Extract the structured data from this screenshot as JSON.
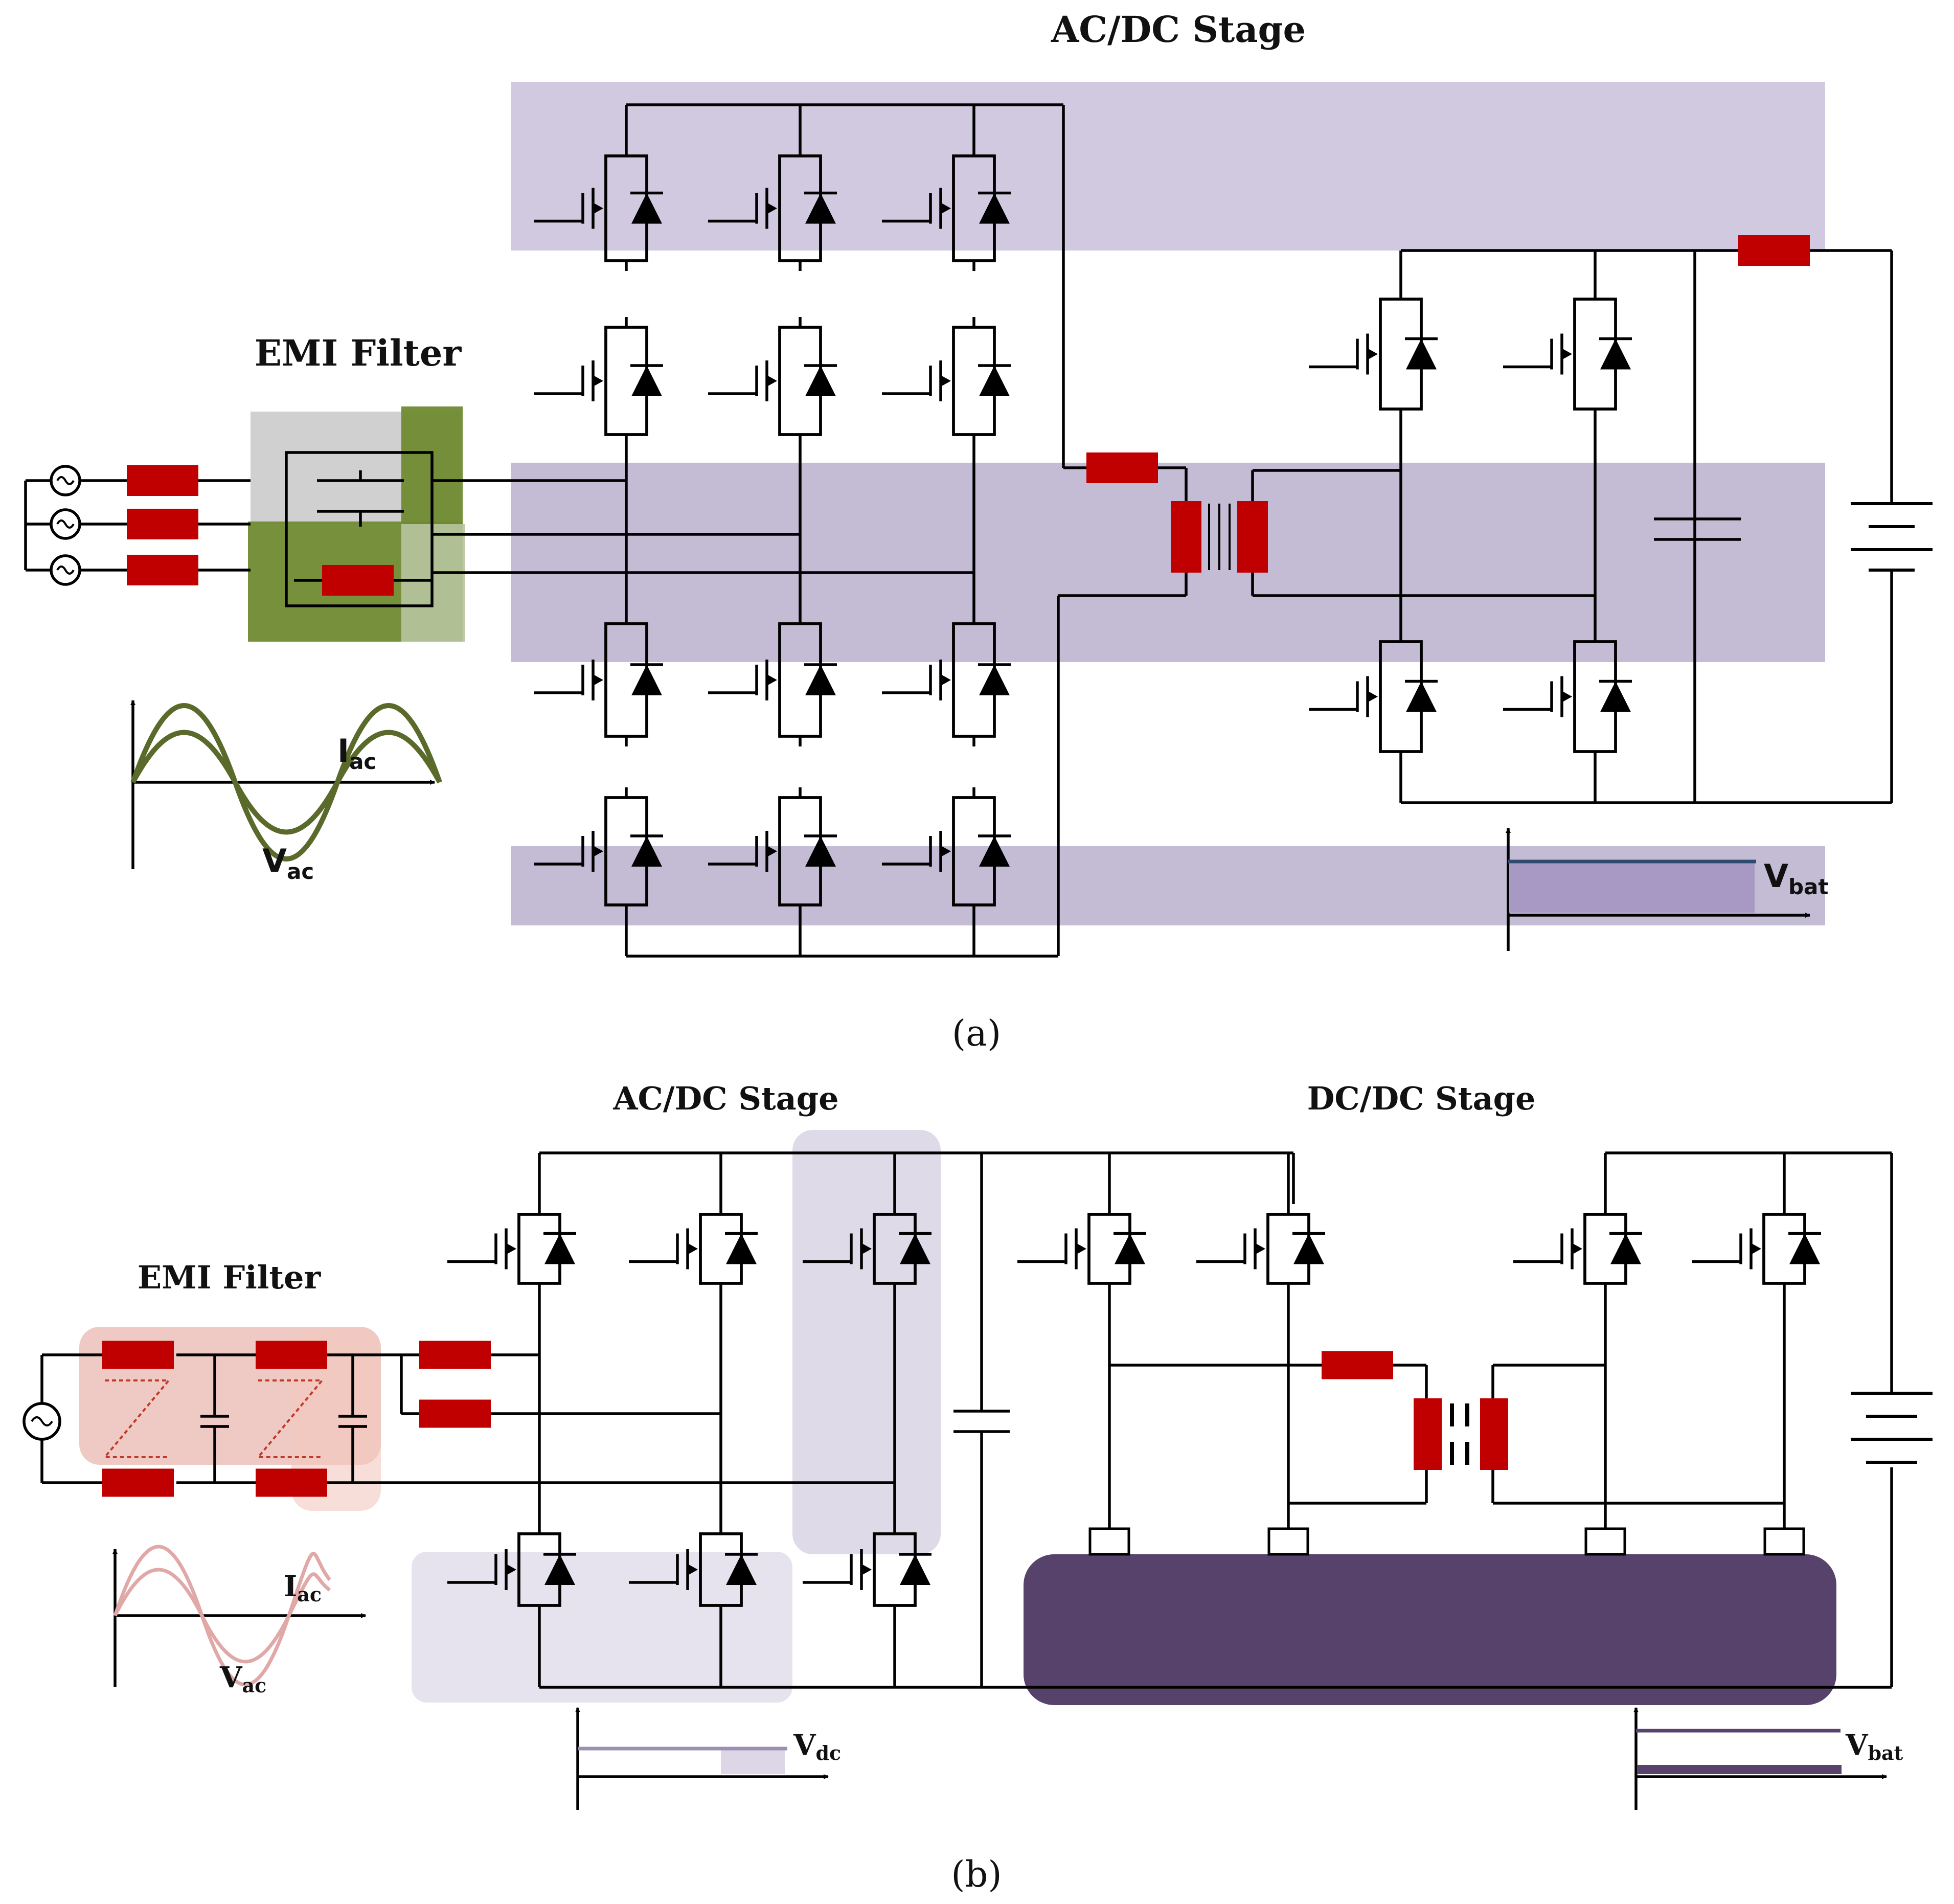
{
  "panel_a": {
    "stage_title": "AC/DC Stage",
    "emi_title": "EMI Filter",
    "iac_main": "I",
    "iac_sub": "ac",
    "vac_main": "V",
    "vac_sub": "ac",
    "vbat_main": "V",
    "vbat_sub": "bat",
    "caption": "(a)"
  },
  "panel_b": {
    "acdc_title": "AC/DC Stage",
    "dcdc_title": "DC/DC Stage",
    "emi_title": "EMI Filter",
    "iac_main": "I",
    "iac_sub": "ac",
    "vac_main": "V",
    "vac_sub": "ac",
    "vdc_main": "V",
    "vdc_sub": "dc",
    "vbat_main": "V",
    "vbat_sub": "bat",
    "caption": "(b)"
  },
  "colors": {
    "inductor": "#c00000",
    "highlight_a": "#b9b0cd",
    "emi_filter_a": "#6f8a30",
    "emi_filter_b": "#e8b4ab",
    "acdc_highlight_b": "#dcd6e6",
    "dcdc_block_b": "#56426b",
    "waveform_a": "#5a6a2a",
    "waveform_b": "#e0a8a6"
  }
}
